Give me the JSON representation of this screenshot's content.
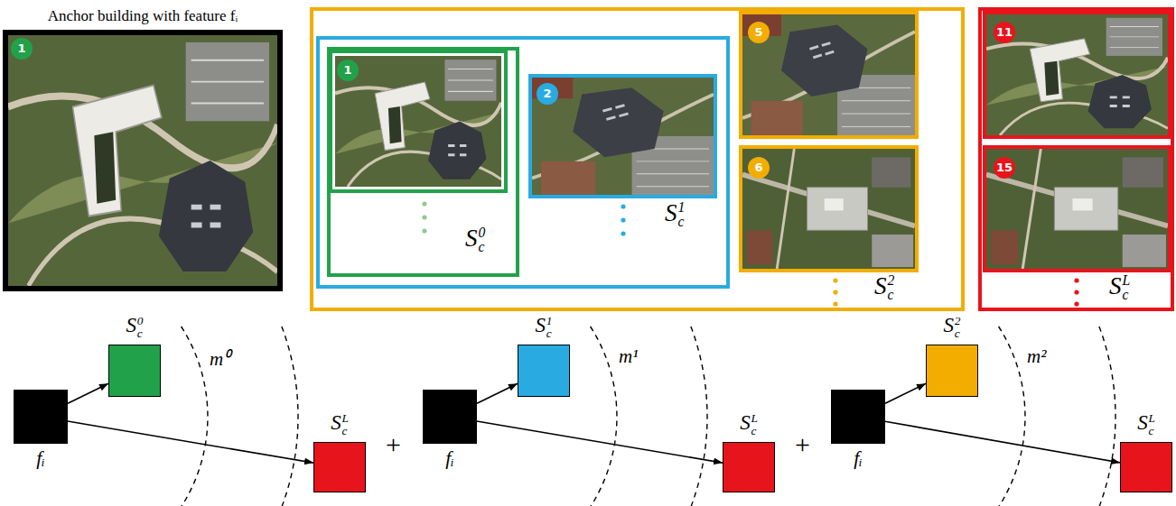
{
  "diagram": {
    "nodes": [
      {
        "text": [
          "Anchor building with feature fᵢ"
        ]
      },
      {
        "text": [
          "Sc2"
        ]
      },
      {
        "text": [
          "Sc1"
        ],
        "in": 1
      },
      {
        "text": [
          "Sc0"
        ],
        "in": 2
      },
      {
        "text": [
          "ScL"
        ]
      },
      {
        "text": [
          "fᵢ"
        ]
      },
      {
        "text": [
          "Sc0"
        ]
      },
      {
        "text": [
          "ScL"
        ]
      },
      {
        "text": [
          "fᵢ"
        ]
      },
      {
        "text": [
          "Sc1"
        ]
      },
      {
        "text": [
          "ScL"
        ]
      },
      {
        "text": [
          "fᵢ"
        ]
      },
      {
        "text": [
          "Sc2"
        ]
      },
      {
        "text": [
          "ScL"
        ]
      }
    ],
    "edges": [
      {
        "from": 5,
        "to": 6,
        "arrow": "to"
      },
      {
        "from": 5,
        "to": 7,
        "arrow": "to"
      },
      {
        "from": 8,
        "to": 9,
        "arrow": "to"
      },
      {
        "from": 8,
        "to": 10,
        "arrow": "to"
      },
      {
        "from": 11,
        "to": 12,
        "arrow": "to"
      },
      {
        "from": 11,
        "to": 13,
        "arrow": "to"
      }
    ],
    "labels": [
      "1",
      "1",
      "2",
      "5",
      "6",
      "11",
      "15",
      "m⁰",
      "+",
      "m¹",
      "+",
      "m²"
    ]
  }
}
